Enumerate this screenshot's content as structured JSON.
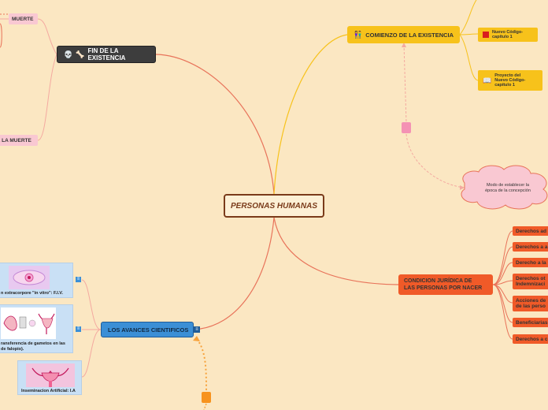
{
  "center": "PERSONAS HUMANAS",
  "fin": {
    "label": "FIN DE LA EXISTENCIA",
    "icons": [
      "skull-icon",
      "bone-icon"
    ]
  },
  "comienzo": {
    "label": "COMIENZO DE LA EXISTENCIA",
    "icon": "people-icon"
  },
  "codigo1": {
    "label_line1": "Nuevo Código-",
    "label_line2": "capítulo 1"
  },
  "codigo2": {
    "label_line1": "Proyecto del",
    "label_line2": "Nuevo Código-",
    "label_line3": "capítulo 1"
  },
  "muerte": "MUERTE",
  "lamuerte": "E LA MUERTE",
  "cloud": {
    "line1": "Modo de establecer la",
    "line2": "época de la concepción"
  },
  "condicion": {
    "line1": "CONDICION JURÍDICA DE",
    "line2": "LAS PERSONAS POR NACER"
  },
  "derechos": [
    {
      "line1": "Derechos ad"
    },
    {
      "line1": "Derechos a a"
    },
    {
      "line1": "Derecho a la"
    },
    {
      "line1": "Derechos ot",
      "line2": "Indemnizaci"
    },
    {
      "line1": "Acciones de",
      "line2": "de las perso"
    },
    {
      "line1": "Beneficiarias"
    },
    {
      "line1": "Derechos a c"
    }
  ],
  "avances": "LOS AVANCES CIENTIFICOS",
  "fiv": "n extracorpore \"in vitro\": F.I.V.",
  "gametos": {
    "line1": "ransferencia de gametos en las",
    "line2": "de falopio)."
  },
  "inseminacion": "Inseminacion Artificial: I.A",
  "colors": {
    "background": "#fbe7c2",
    "yellow": "#f7c21b",
    "orange": "#f05a28",
    "blue": "#3b8fd6",
    "pink": "#f9c8d2",
    "dark": "#3d3d3d"
  }
}
